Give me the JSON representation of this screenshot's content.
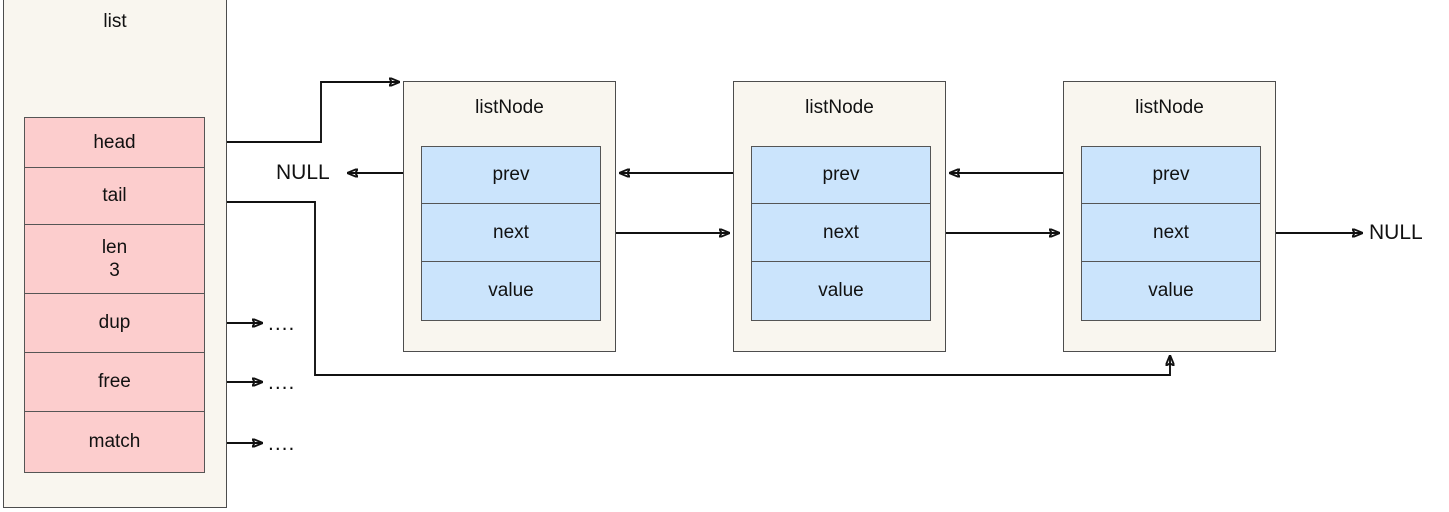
{
  "diagram": {
    "title_struct": "list",
    "null_left": "NULL",
    "null_right": "NULL",
    "callback_placeholder": "....",
    "colors": {
      "struct_fill": "#f9f6ef",
      "field_pink": "#fccdcd",
      "field_blue": "#cbe4fc",
      "border": "#4d4d4d",
      "line": "#111111",
      "page_bg": "#ffffff"
    }
  },
  "list_struct": {
    "name": "list",
    "fields": [
      {
        "label": "head",
        "value": ""
      },
      {
        "label": "tail",
        "value": ""
      },
      {
        "label": "len",
        "value": "3"
      },
      {
        "label": "dup",
        "value": ""
      },
      {
        "label": "free",
        "value": ""
      },
      {
        "label": "match",
        "value": ""
      }
    ]
  },
  "nodes": [
    {
      "title": "listNode",
      "fields": [
        {
          "label": "prev"
        },
        {
          "label": "next"
        },
        {
          "label": "value"
        }
      ]
    },
    {
      "title": "listNode",
      "fields": [
        {
          "label": "prev"
        },
        {
          "label": "next"
        },
        {
          "label": "value"
        }
      ]
    },
    {
      "title": "listNode",
      "fields": [
        {
          "label": "prev"
        },
        {
          "label": "next"
        },
        {
          "label": "value"
        }
      ]
    }
  ],
  "callbacks": [
    {
      "from": "dup",
      "label": "...."
    },
    {
      "from": "free",
      "label": "...."
    },
    {
      "from": "match",
      "label": "...."
    }
  ],
  "terminators": {
    "head_prev_null": "NULL",
    "tail_next_null": "NULL"
  }
}
